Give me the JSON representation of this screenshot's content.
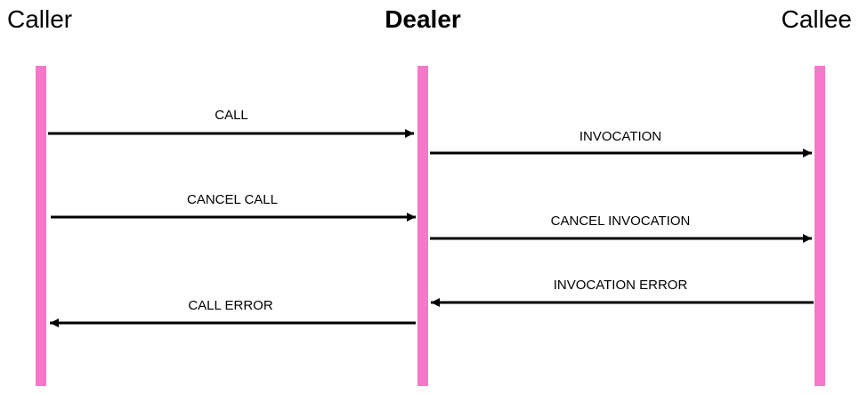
{
  "actors": {
    "caller": "Caller",
    "dealer": "Dealer",
    "callee": "Callee"
  },
  "lifeline_color": "#f778c8",
  "arrow_color": "#000000",
  "messages": [
    {
      "label": "CALL",
      "from": "caller",
      "to": "dealer"
    },
    {
      "label": "INVOCATION",
      "from": "dealer",
      "to": "callee"
    },
    {
      "label": "CANCEL CALL",
      "from": "caller",
      "to": "dealer"
    },
    {
      "label": "CANCEL INVOCATION",
      "from": "dealer",
      "to": "callee"
    },
    {
      "label": "INVOCATION ERROR",
      "from": "callee",
      "to": "dealer"
    },
    {
      "label": "CALL ERROR",
      "from": "dealer",
      "to": "caller"
    }
  ]
}
